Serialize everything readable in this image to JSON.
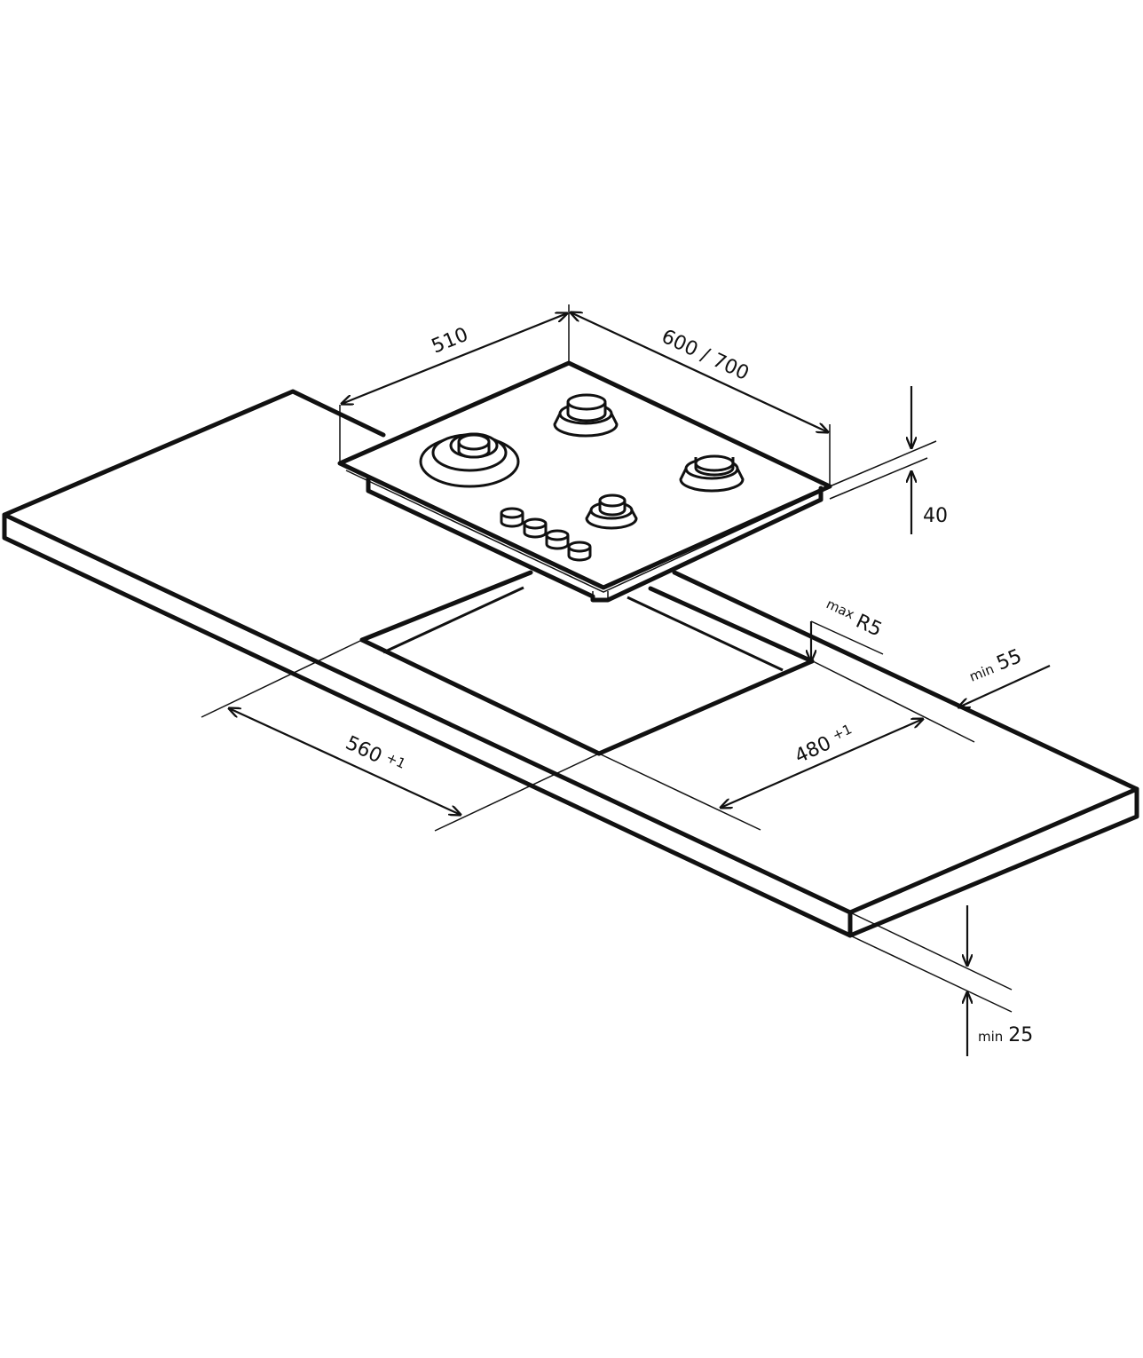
{
  "title": "Gas hob installation diagram",
  "dimensions": {
    "hob_depth": "510",
    "hob_width": "600 / 700",
    "hob_height": "40",
    "cutout_width": "560",
    "cutout_width_tol": "+1",
    "cutout_depth": "480",
    "cutout_depth_tol": "+1",
    "corner_radius_prefix": "max",
    "corner_radius": "R5",
    "back_gap_prefix": "min",
    "back_gap": "55",
    "worktop_thickness_prefix": "min",
    "worktop_thickness": "25"
  },
  "colors": {
    "line": "#111111",
    "background": "#ffffff"
  }
}
